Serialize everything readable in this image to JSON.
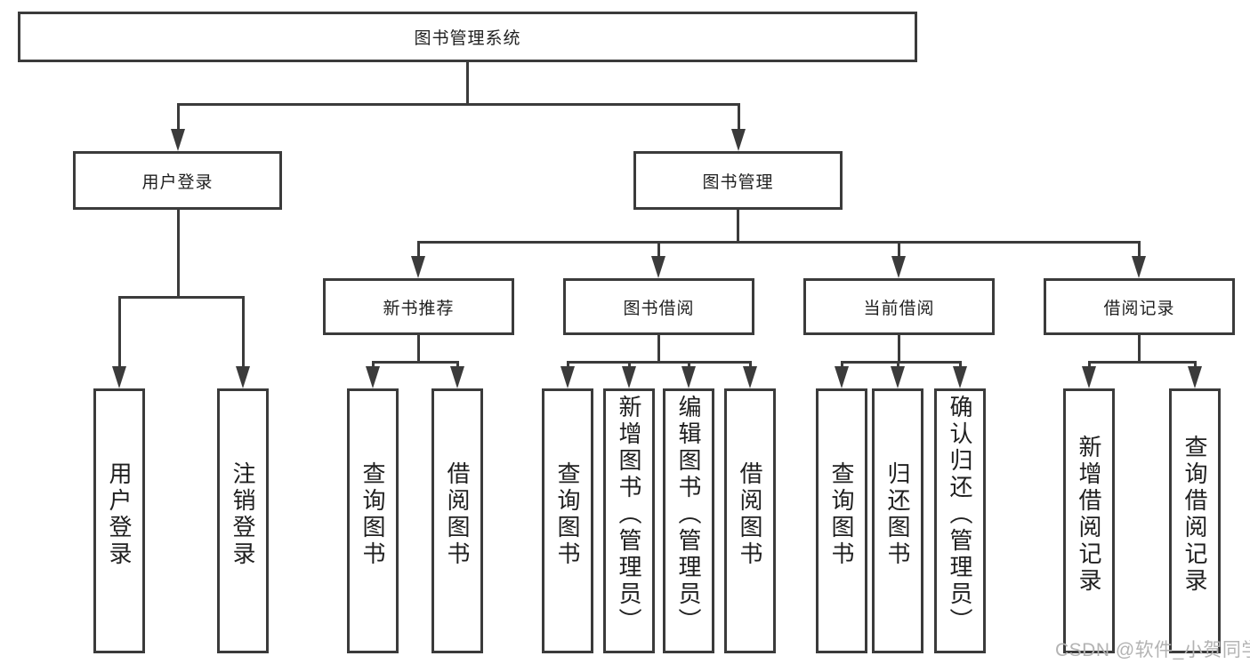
{
  "diagram": {
    "title": "图书管理系统",
    "user_login": {
      "label": "用户登录",
      "children": {
        "login": "用户登录",
        "logout": "注销登录"
      }
    },
    "book_mgmt": {
      "label": "图书管理",
      "new_books": {
        "label": "新书推荐",
        "children": {
          "query": "查询图书",
          "borrow": "借阅图书"
        }
      },
      "book_borrow": {
        "label": "图书借阅",
        "children": {
          "query": "查询图书",
          "add": "新增图书（管理员）",
          "edit": "编辑图书（管理员）",
          "borrow": "借阅图书"
        }
      },
      "current_borrow": {
        "label": "当前借阅",
        "children": {
          "query": "查询图书",
          "return": "归还图书",
          "confirm": "确认归还（管理员）"
        }
      },
      "borrow_records": {
        "label": "借阅记录",
        "children": {
          "add": "新增借阅记录",
          "query": "查询借阅记录"
        }
      }
    },
    "colors": {
      "line": "#3b3b3b",
      "text": "#1f1f1f",
      "watermark_text": "#b3b3b3"
    }
  },
  "watermark": "CSDN @软件_小贺同学"
}
